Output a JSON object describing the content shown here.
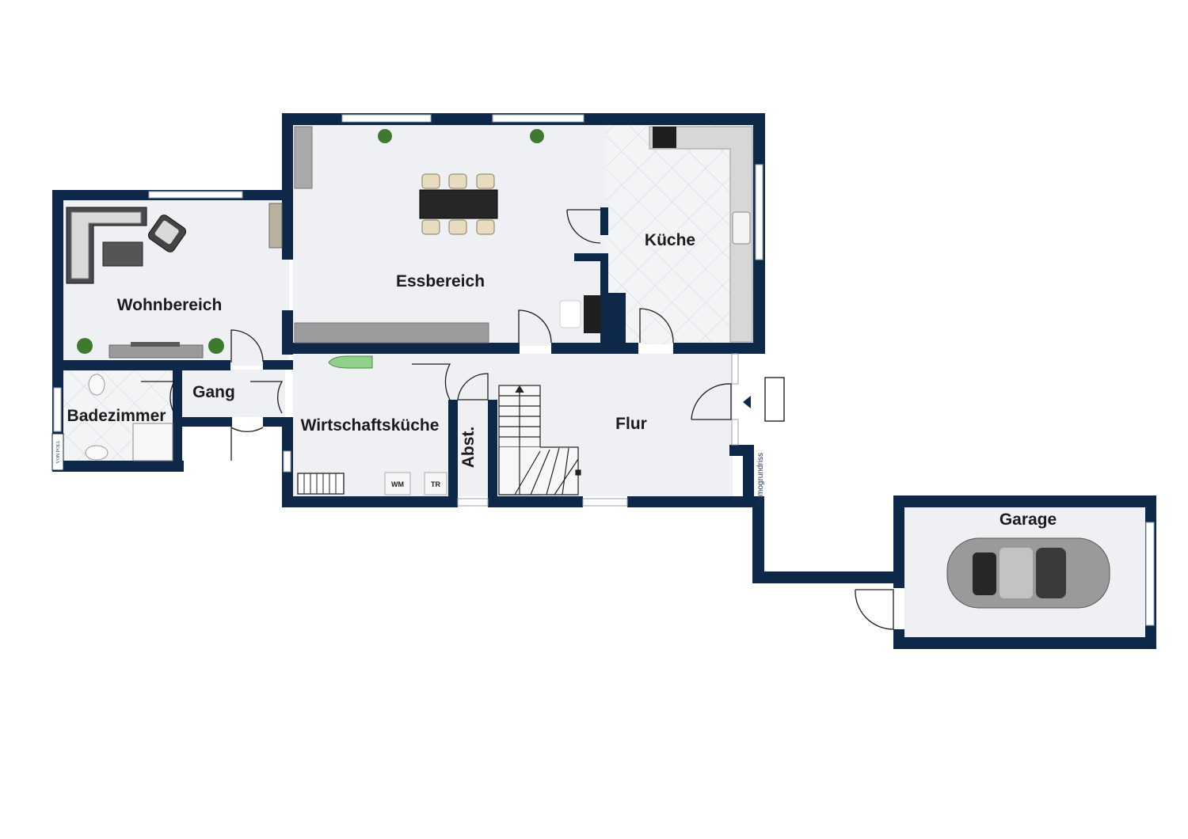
{
  "rooms": {
    "wohnbereich": "Wohnbereich",
    "essbereich": "Essbereich",
    "kueche": "Küche",
    "gang": "Gang",
    "badezimmer": "Badezimmer",
    "wirtschaftskueche": "Wirtschaftsküche",
    "abstellraum": "Abst.",
    "flur": "Flur",
    "garage": "Garage"
  },
  "appliances": {
    "washing_machine": "WM",
    "dryer": "TR"
  },
  "branding": {
    "side_text": "Immogrundriss",
    "logo_text": "VON POLL"
  },
  "colors": {
    "wall": "#0e2849",
    "floor": "#eef0f4",
    "tile": "#d9dce1"
  }
}
